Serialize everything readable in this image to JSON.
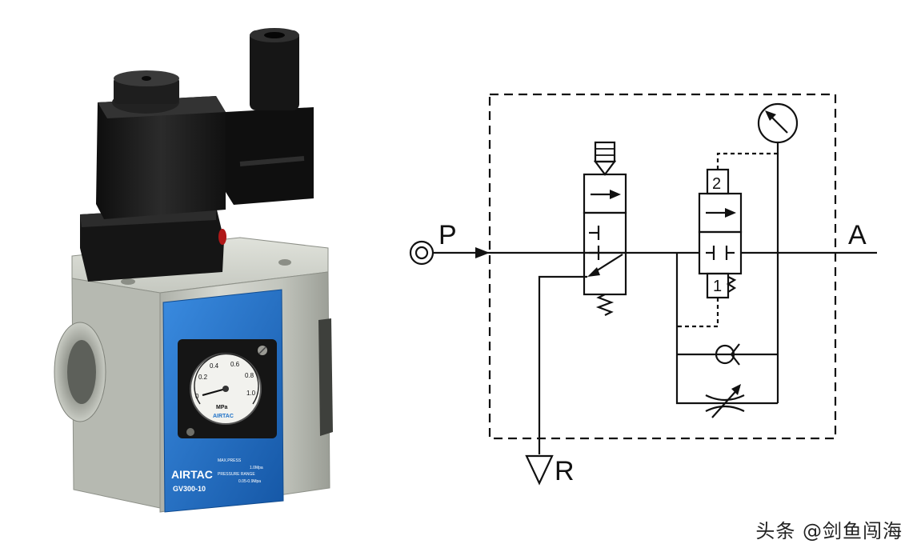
{
  "product": {
    "brand": "AIRTAC",
    "model": "GV300-10",
    "spec_title_1": "MAX.PRESS",
    "spec_value_1": "1.0Mpa",
    "spec_title_2": "PRESSURE RANGE",
    "spec_value_2": "0.05-0.9Mpa",
    "gauge_unit": "MPa",
    "gauge_brand": "AIRTAC",
    "gauge_ticks": [
      "0",
      "0.2",
      "0.4",
      "0.6",
      "0.8",
      "1.0"
    ]
  },
  "diagram": {
    "port_supply": "P",
    "port_output": "A",
    "port_exhaust": "R",
    "pilot_port_2": "2",
    "pilot_port_1": "1"
  },
  "watermark": "头条 @剑鱼闯海",
  "colors": {
    "body_gray": "#c9ccc4",
    "coil_black": "#1c1c1c",
    "label_blue": "#1f72c8"
  }
}
